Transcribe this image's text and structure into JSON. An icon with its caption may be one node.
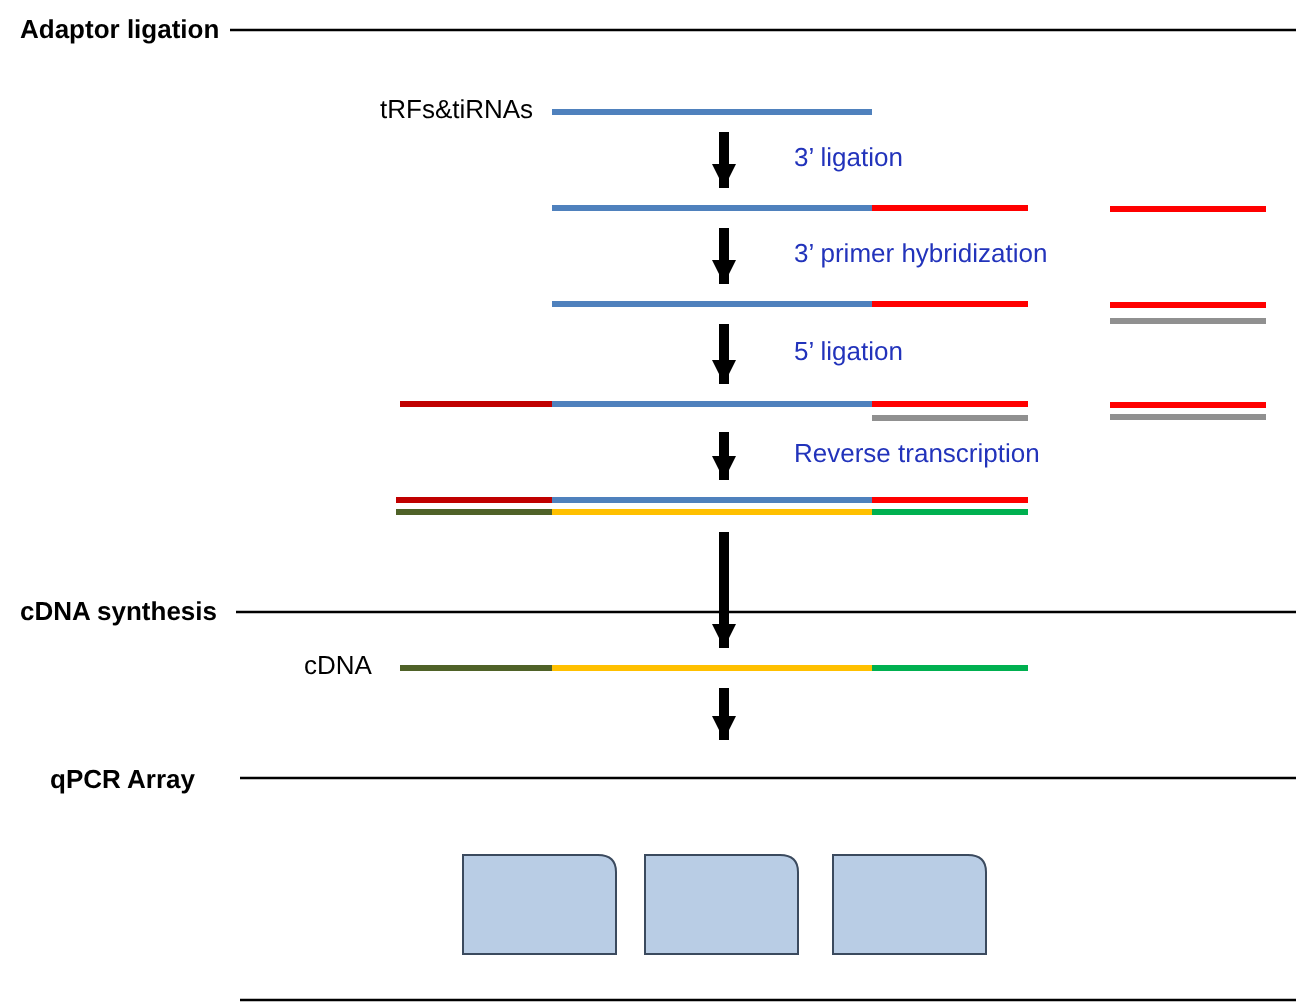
{
  "diagram": {
    "nodes": [
      {
        "text": [],
        "shape": "bar",
        "beside": [
          "tRFs&tiRNAs"
        ]
      },
      {
        "text": [],
        "shape": "bar"
      },
      {
        "text": [],
        "shape": "bar"
      },
      {
        "text": [],
        "shape": "bar"
      },
      {
        "text": [],
        "shape": "bar"
      },
      {
        "text": [],
        "shape": "bar",
        "beside": [
          "cDNA"
        ]
      },
      {
        "text": [],
        "shape": "box"
      },
      {
        "text": [],
        "shape": "box"
      },
      {
        "text": [],
        "shape": "box"
      }
    ],
    "edges": [
      {
        "from": 0,
        "to": 1,
        "arrow": "to",
        "label": "3’ ligation"
      },
      {
        "from": 1,
        "to": 2,
        "arrow": "to",
        "label": "3’ primer hybridization"
      },
      {
        "from": 2,
        "to": 3,
        "arrow": "to",
        "label": "5’ ligation"
      },
      {
        "from": 3,
        "to": 4,
        "arrow": "to",
        "label": "Reverse transcription"
      },
      {
        "from": 4,
        "to": 5,
        "arrow": "to"
      },
      {
        "from": 5,
        "to": null,
        "arrow": "to"
      }
    ],
    "labels": [
      "Adaptor ligation",
      "cDNA synthesis",
      "qPCR Array"
    ]
  }
}
